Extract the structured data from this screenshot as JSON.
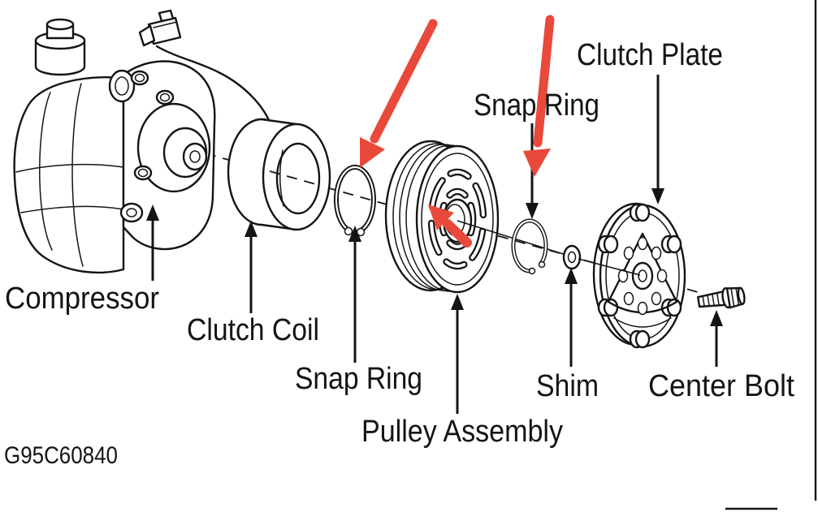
{
  "figure": {
    "code": "G95C60840",
    "labels": {
      "compressor": "Compressor",
      "clutch_coil": "Clutch Coil",
      "snap_ring_front": "Snap Ring",
      "pulley_assembly": "Pulley Assembly",
      "snap_ring_rear": "Snap Ring",
      "clutch_plate": "Clutch Plate",
      "shim": "Shim",
      "center_bolt": "Center Bolt"
    },
    "annotations": {
      "highlight_arrow_count": 3,
      "highlight_arrows": [
        {
          "points_to": "snap_ring_front"
        },
        {
          "points_to": "snap_ring_rear"
        },
        {
          "points_to": "pulley_assembly_center"
        }
      ]
    },
    "colors": {
      "line": "#141414",
      "highlight_arrow": "#e8493b",
      "background": "#ffffff"
    }
  }
}
